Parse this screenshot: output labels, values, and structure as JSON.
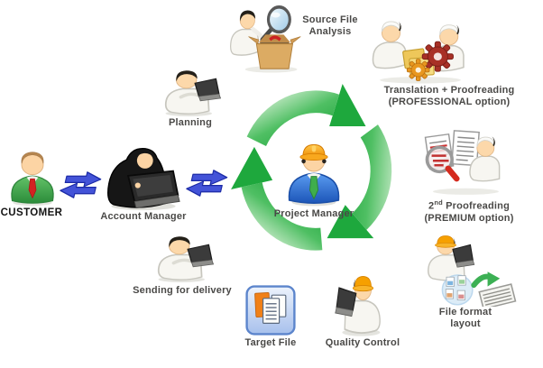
{
  "nodes": {
    "customer": {
      "label": "CUSTOMER"
    },
    "account_manager": {
      "label": "Account Manager"
    },
    "planning": {
      "label": "Planning"
    },
    "source_file_analysis": {
      "line1": "Source File",
      "line2": "Analysis"
    },
    "translation_proofreading": {
      "line1": "Translation + Proofreading",
      "line2": "(PROFESSIONAL option)"
    },
    "second_proofreading": {
      "num": "2",
      "sup": "nd",
      "rest": " Proofreading",
      "line2": "(PREMIUM option)"
    },
    "file_format_layout": {
      "line1": "File format",
      "line2": "layout"
    },
    "quality_control": {
      "label": "Quality Control"
    },
    "target_file": {
      "label": "Target File"
    },
    "sending_for_delivery": {
      "label": "Sending for delivery"
    },
    "project_manager": {
      "label": "Project Manager"
    }
  },
  "icons": {
    "cycle": "green-cycle-arrows-icon",
    "swap": "blue-swap-arrows-icon",
    "customer": "customer-person-icon",
    "account_manager": "account-manager-laptop-icon",
    "planning": "worker-laptop-icon",
    "source_file_analysis": "magnifier-box-inspection-icon",
    "translation_proofreading": "two-workers-gears-icon",
    "second_proofreading": "documents-red-magnifier-icon",
    "file_format_layout": "hardhat-worker-file-conversion-icon",
    "quality_control": "hardhat-worker-laptop-icon",
    "target_file": "target-file-folder-icon",
    "sending_for_delivery": "worker-laptop-icon",
    "project_manager": "hardhat-manager-icon"
  },
  "colors": {
    "cycle_green": "#1fa73c",
    "cycle_green_light": "#cdeccd",
    "swap_blue": "#4353d8",
    "swap_blue_outline": "#1b2aa6",
    "label_text": "#4a4947",
    "customer_body_green": "#3fa94c",
    "tie_red": "#d32222",
    "pm_body_blue": "#2f74d8",
    "pm_tie_green": "#3fae4c",
    "hardhat_orange": "#f6a000",
    "gear_orange": "#e8971f",
    "gear_red": "#a83026",
    "folder_yellow": "#f2cf63",
    "box_tan": "#dcab63",
    "target_frame_blue": "#5c85cc",
    "target_doc_orange": "#f08018",
    "skin": "#fcd8aa",
    "coat_white": "#f7f6f1"
  }
}
